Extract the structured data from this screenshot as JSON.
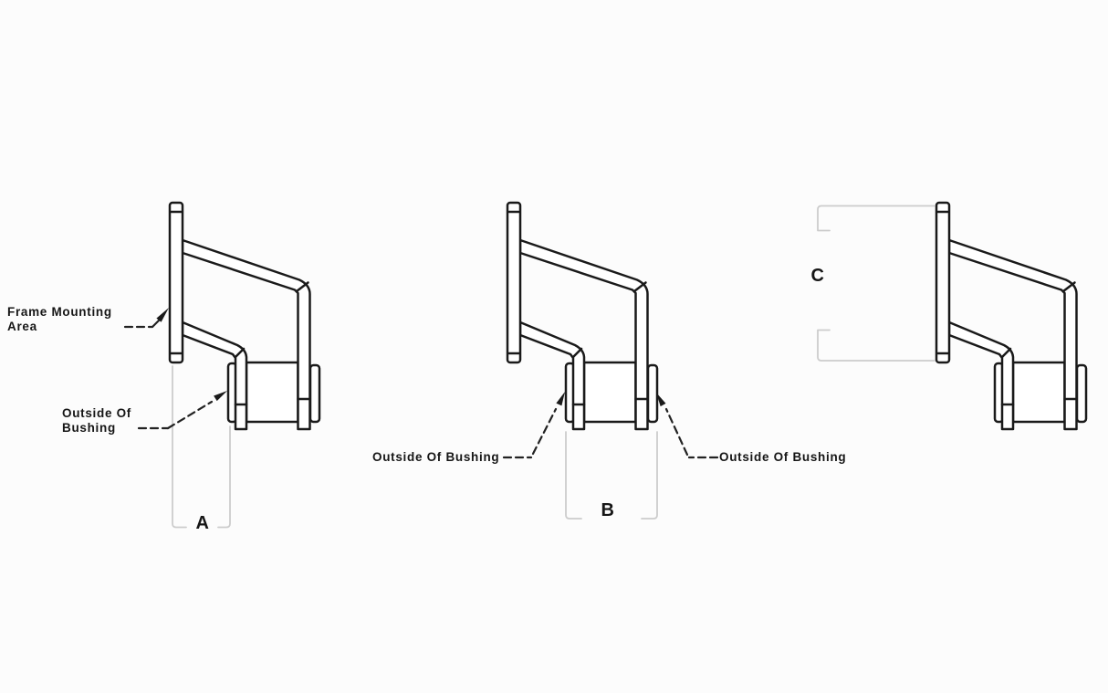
{
  "drawing": {
    "description": "Bracket with bushing - three dimension reference views",
    "view_a": {
      "frame_mounting_area_label": "Frame Mounting Area",
      "outside_of_bushing_label": "Outside Of Bushing",
      "dimension": "A"
    },
    "view_b": {
      "outside_of_bushing_left_label": "Outside Of Bushing",
      "outside_of_bushing_right_label": "Outside Of Bushing",
      "dimension": "B"
    },
    "view_c": {
      "dimension": "C"
    }
  },
  "colors": {
    "artwork_line": "#1a1a1a",
    "dimension_line": "#cccccc",
    "text": "#161616",
    "background": "#fcfcfc"
  }
}
